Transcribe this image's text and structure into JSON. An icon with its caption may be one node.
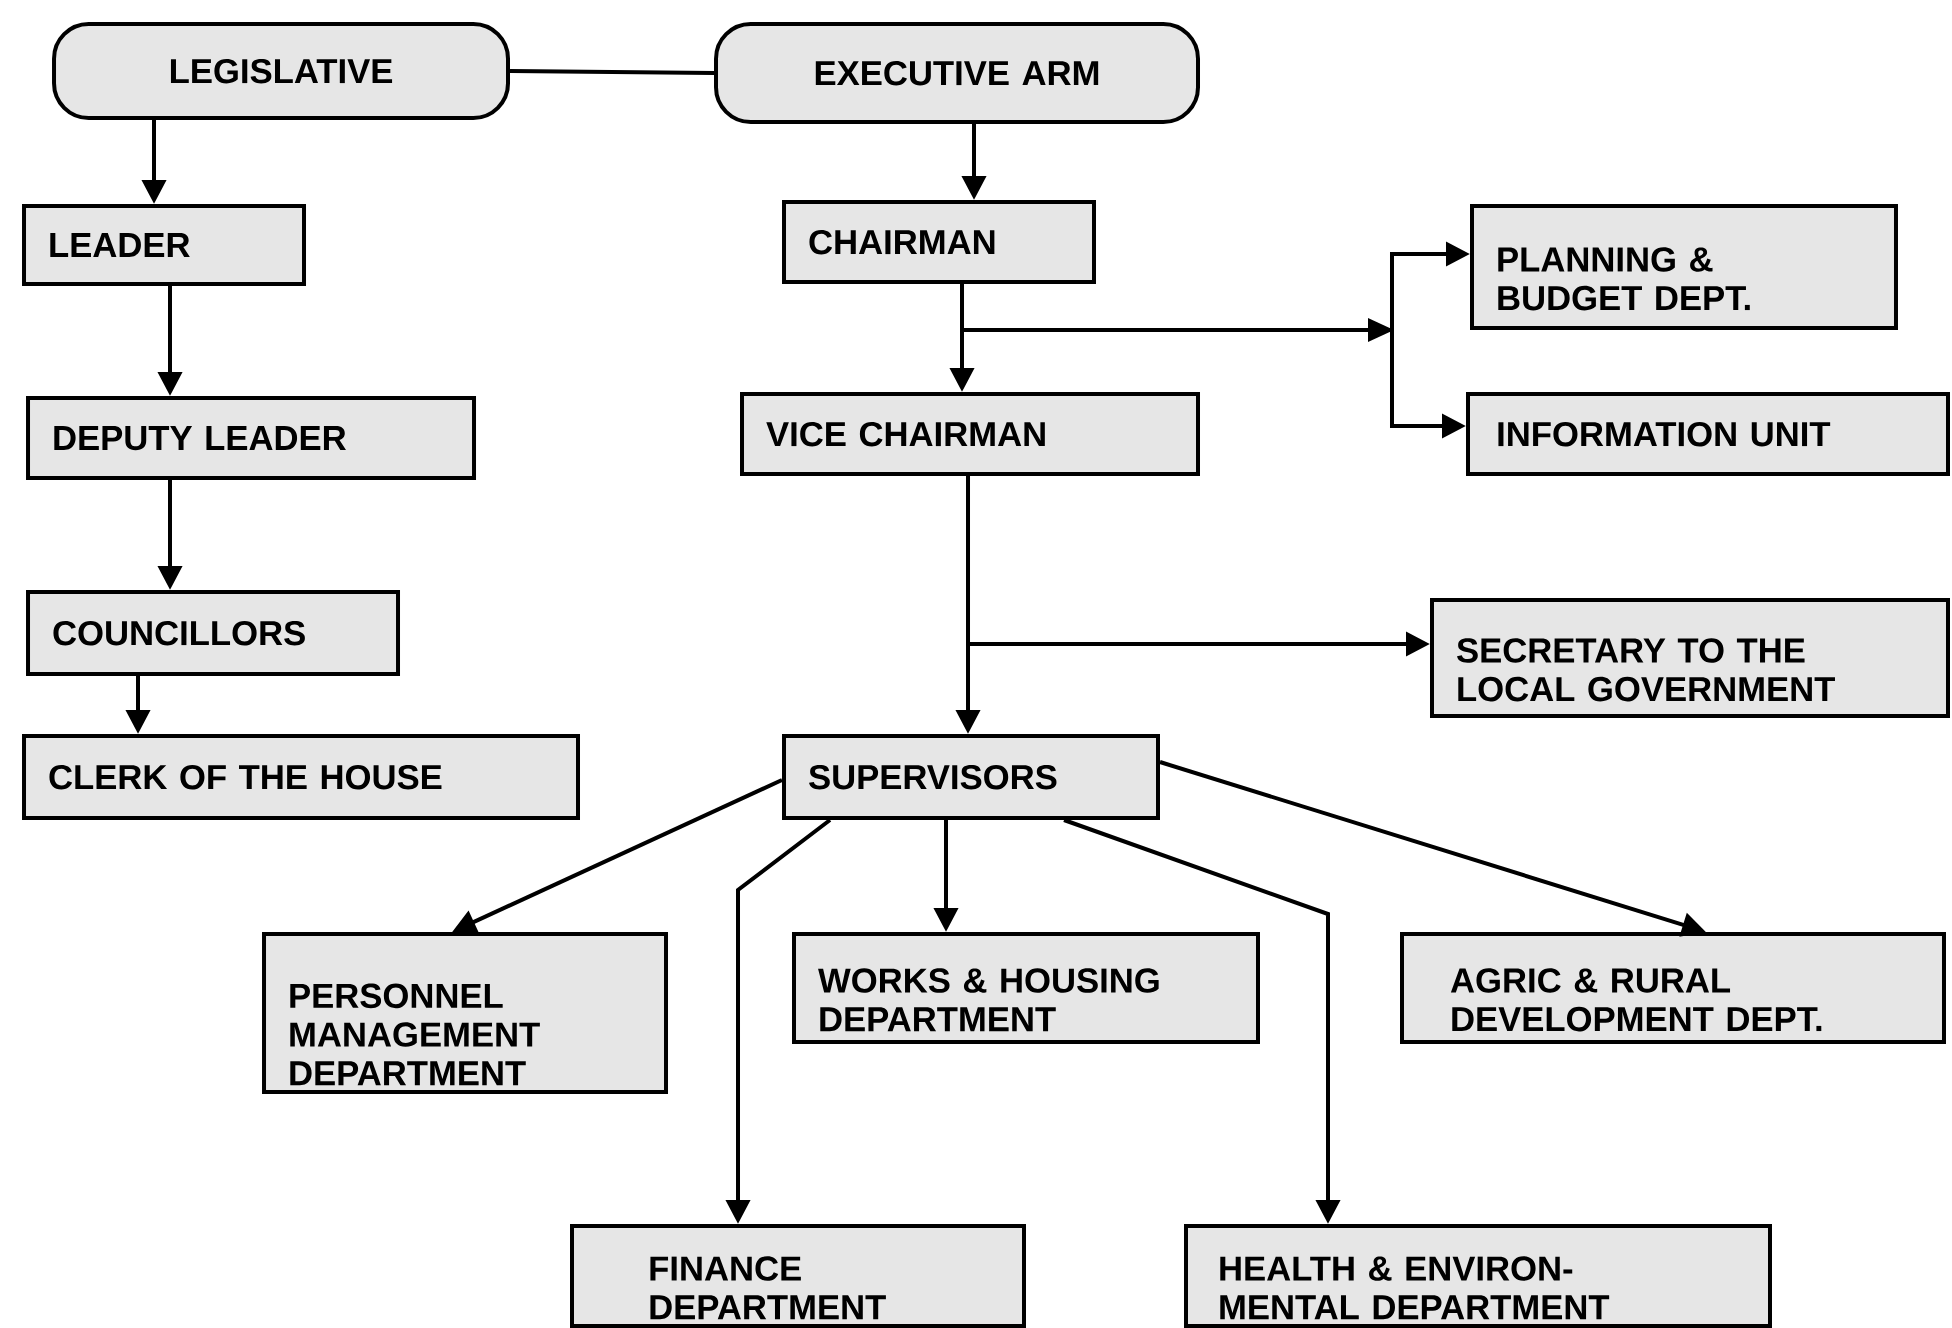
{
  "diagram": {
    "nodes": [
      {
        "text": [
          "LEGISLATIVE"
        ]
      },
      {
        "text": [
          "EXECUTIVE ARM"
        ]
      },
      {
        "text": [
          "LEADER"
        ]
      },
      {
        "text": [
          "DEPUTY LEADER"
        ]
      },
      {
        "text": [
          "COUNCILLORS"
        ]
      },
      {
        "text": [
          "CLERK OF THE HOUSE"
        ]
      },
      {
        "text": [
          "CHAIRMAN"
        ]
      },
      {
        "text": [
          "VICE CHAIRMAN"
        ]
      },
      {
        "text": [
          "PLANNING & BUDGET DEPT."
        ]
      },
      {
        "text": [
          "INFORMATION UNIT"
        ]
      },
      {
        "text": [
          "SECRETARY TO THE LOCAL GOVERNMENT"
        ]
      },
      {
        "text": [
          "SUPERVISORS"
        ]
      },
      {
        "text": [
          "PERSONNEL MANAGEMENT DEPARTMENT"
        ]
      },
      {
        "text": [
          "WORKS & HOUSING DEPARTMENT"
        ]
      },
      {
        "text": [
          "AGRIC & RURAL DEVELOPMENT DEPT."
        ]
      },
      {
        "text": [
          "FINANCE DEPARTMENT"
        ]
      },
      {
        "text": [
          "HEALTH & ENVIRON- MENTAL DEPARTMENT"
        ]
      }
    ],
    "edges": [
      {
        "from": 0,
        "to": 1,
        "arrow": "none"
      },
      {
        "from": 0,
        "to": 2,
        "arrow": "to"
      },
      {
        "from": 2,
        "to": 3,
        "arrow": "to"
      },
      {
        "from": 3,
        "to": 4,
        "arrow": "to"
      },
      {
        "from": 4,
        "to": 5,
        "arrow": "to"
      },
      {
        "from": 1,
        "to": 6,
        "arrow": "to"
      },
      {
        "from": 6,
        "to": 7,
        "arrow": "to"
      },
      {
        "from": 6,
        "to": 8,
        "arrow": "to"
      },
      {
        "from": 6,
        "to": 9,
        "arrow": "to"
      },
      {
        "from": 7,
        "to": 11,
        "arrow": "to"
      },
      {
        "from": 7,
        "to": 10,
        "arrow": "to"
      },
      {
        "from": 11,
        "to": 12,
        "arrow": "to"
      },
      {
        "from": 11,
        "to": 15,
        "arrow": "to"
      },
      {
        "from": 11,
        "to": 13,
        "arrow": "to"
      },
      {
        "from": 11,
        "to": 16,
        "arrow": "to"
      },
      {
        "from": 11,
        "to": 14,
        "arrow": "to"
      }
    ]
  }
}
